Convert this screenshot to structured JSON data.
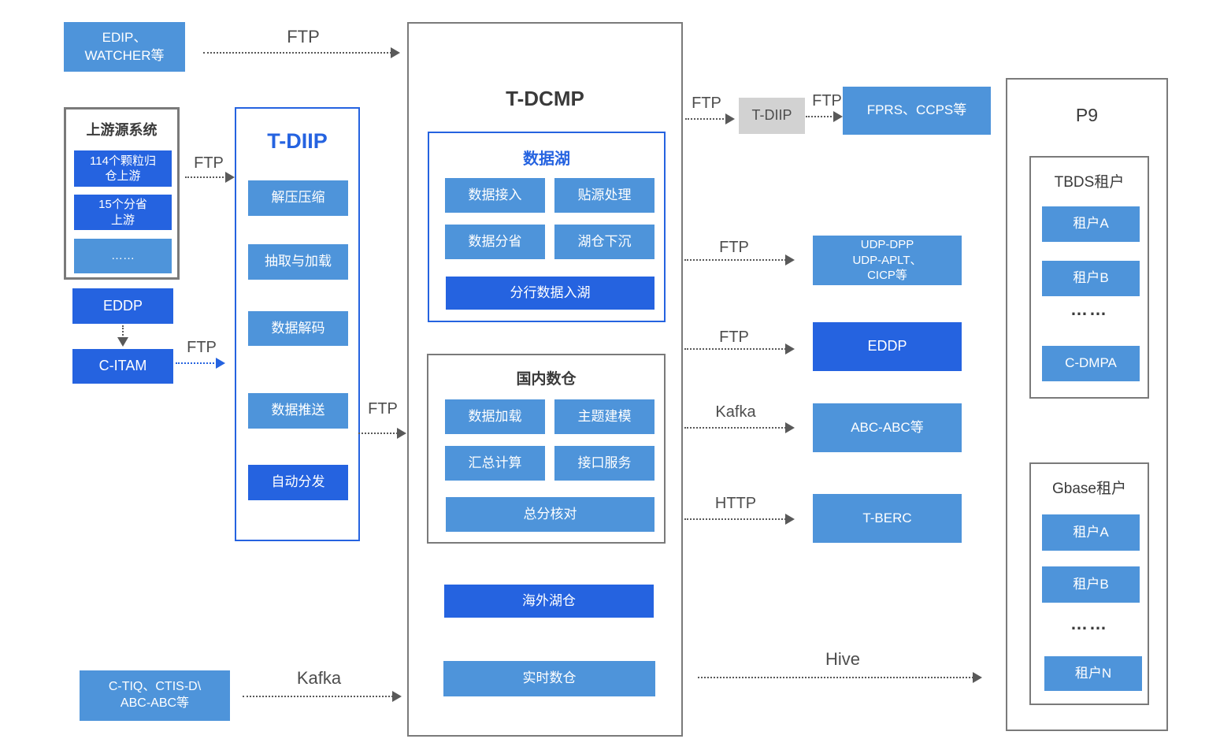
{
  "colors": {
    "light_blue": "#4E94DA",
    "dark_blue": "#2563E0",
    "panel_border_gray": "#7a7a7a",
    "arrow_gray": "#595959",
    "relay_box_gray": "#D2D2D2",
    "text_dark": "#3a3a3a"
  },
  "labels": {
    "ftp": "FTP",
    "kafka": "Kafka",
    "http": "HTTP",
    "hive": "Hive"
  },
  "left": {
    "edip": "EDIP、\nWATCHER等",
    "upstream": {
      "title": "上游源系统",
      "items": [
        "114个颗粒归\n仓上游",
        "15个分省\n上游",
        "……"
      ]
    },
    "eddp": "EDDP",
    "citam": "C-ITAM",
    "ctiq": "C-TIQ、CTIS-D\\\nABC-ABC等"
  },
  "tdiip": {
    "title": "T-DIIP",
    "items": [
      "解压压缩",
      "抽取与加载",
      "数据解码",
      "数据推送",
      "自动分发"
    ]
  },
  "tdcmp": {
    "title": "T-DCMP",
    "datalake": {
      "title": "数据湖",
      "cells": [
        "数据接入",
        "贴源处理",
        "数据分省",
        "湖仓下沉"
      ],
      "wide": "分行数据入湖"
    },
    "domestic": {
      "title": "国内数仓",
      "cells": [
        "数据加载",
        "主题建模",
        "汇总计算",
        "接口服务"
      ],
      "wide": "总分核对"
    },
    "overseas": "海外湖仓",
    "realtime": "实时数仓"
  },
  "right": {
    "tdiip_relay": "T-DIIP",
    "fprs": "FPRS、CCPS等",
    "udp": "UDP-DPP\nUDP-APLT、\nCICP等",
    "eddp": "EDDP",
    "abc": "ABC-ABC等",
    "tberc": "T-BERC"
  },
  "p9": {
    "title": "P9",
    "tbds": {
      "title": "TBDS租户",
      "tenants": [
        "租户A",
        "租户B",
        "……",
        "C-DMPA"
      ]
    },
    "gbase": {
      "title": "Gbase租户",
      "tenants": [
        "租户A",
        "租户B",
        "……",
        "租户N"
      ]
    }
  }
}
